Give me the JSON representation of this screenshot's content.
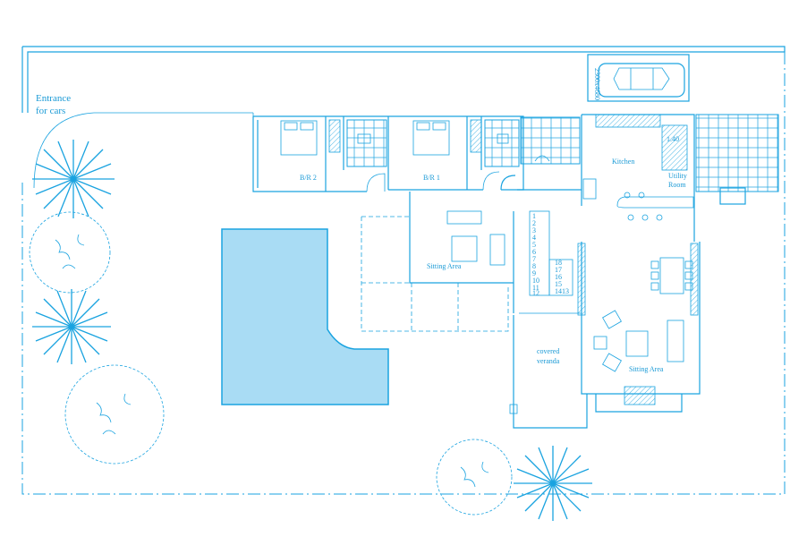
{
  "labels": {
    "entrance_line1": "Entrance",
    "entrance_line2": "for cars",
    "bedroom2": "B/R 2",
    "bedroom1": "B/R 1",
    "kitchen": "Kitchen",
    "utility_line1": "Utility",
    "utility_line2": "Room",
    "sitting_area_upper": "Sitting Area",
    "sitting_area_lower": "Sitting Area",
    "veranda_line1": "covered",
    "veranda_line2": "veranda",
    "car_dimension": "2300x4680",
    "kitchen_dimension": "1.40"
  },
  "stairs": {
    "left_steps": [
      "1",
      "2",
      "3",
      "4",
      "5",
      "6",
      "7",
      "8",
      "9",
      "10",
      "11",
      "12"
    ],
    "right_steps": [
      "18",
      "17",
      "16",
      "15",
      "14",
      "13"
    ]
  },
  "colors": {
    "line": "#1aa3e0",
    "pool_fill": "#a9dcf4",
    "background": "#ffffff"
  }
}
